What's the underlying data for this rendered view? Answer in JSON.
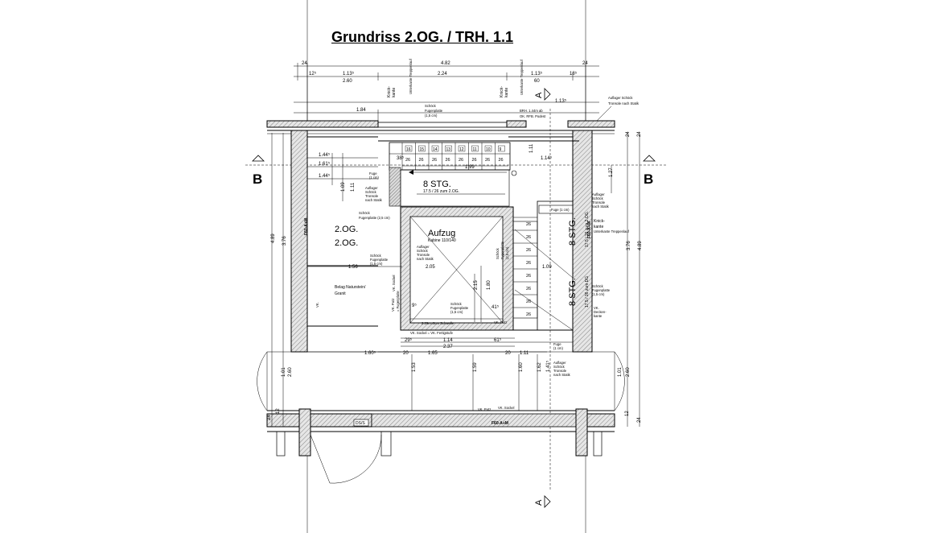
{
  "title": "Grundriss  2.OG.  / TRH. 1.1",
  "section_marks": {
    "b": "B",
    "a": "A"
  },
  "dims_top": {
    "d24a": "24",
    "d482": "4.82",
    "d24b": "24",
    "d12": "12⁵",
    "d113a": "1.13⁵",
    "d260": "2.60",
    "d224": "2.24",
    "d113b": "1.13⁵",
    "d60": "60",
    "d18": "18⁵",
    "d184": "1.84",
    "d113c": "1.13⁵"
  },
  "dims_left": {
    "d144a": "1.44⁵",
    "d161": "1.61⁵",
    "d144b": "1.44⁵",
    "d489": "4.89",
    "d376": "3.76",
    "d101": "1.01",
    "d260": "2.60",
    "d24": "24",
    "d12": "12",
    "d109": "1.09",
    "d111": "1.11"
  },
  "dims_right": {
    "d24a": "24",
    "d24b": "24",
    "d127": "1.27",
    "d489": "4.89",
    "d376": "3.76",
    "d260": "2.60",
    "d101": "1.01",
    "d12": "12",
    "d24c": "24",
    "d111": "1.11",
    "d114": "1.14⁵"
  },
  "dims_inner": {
    "d38": "38⁵",
    "d199": "1.99",
    "d156": "1.56",
    "d205": "2.05",
    "d160": "1.60⁵",
    "d20a": "20",
    "d165": "1.65",
    "d20b": "20",
    "d111": "1.11",
    "d114": "1.14",
    "d237": "2.37",
    "d29": "29⁵",
    "d61": "61⁵",
    "d153": "1.53",
    "d159": "1.59",
    "d160b": "1.60",
    "d162": "1.62",
    "d141": "1.41⁵",
    "d215": "2.15",
    "d180": "1.80",
    "d9": "9⁵",
    "d41": "41⁵",
    "d109b": "1.09"
  },
  "stairs": {
    "upper_label": "8 STG.",
    "upper_sub": "17.5 / 26 zum 2.OG.",
    "right_label1": "8 STG.",
    "right_sub1": "17.5 / 26 zum 2.OG.",
    "right_label2": "8 STG.",
    "right_sub2": "17.5 / 26 zum DG",
    "tread": "26",
    "step_nums": [
      "16",
      "15",
      "14",
      "13",
      "12",
      "11",
      "10",
      "9"
    ]
  },
  "elevator": {
    "label": "Aufzug",
    "sub": "Kabine 110/140"
  },
  "floor_labels": [
    "2.OG.",
    "2.OG."
  ],
  "material": {
    "line1": "Belag Naturstein/",
    "line2": "Granit"
  },
  "fire_labels": {
    "left": "F60-A+M",
    "right": "F60-A+M",
    "bottom": "F60-A+M",
    "ds": "DS/S"
  },
  "notes": {
    "knick1": "Knick-",
    "kante1": "kante",
    "knick2": "Knick-",
    "kante2": "kante",
    "knick_sub": "Unterkante Treppenlauf",
    "knick3": "Knick-",
    "kante3": "kante",
    "auflager_tr": "Auflager Schöck",
    "auflager_tr2": "Tronsole nach Statik",
    "schoeck_top1": "Schöck",
    "schoeck_top2": "Fugenplatte",
    "schoeck_top3": "(1,5 cm)",
    "brh1": "BRH. 1.44m ab",
    "brh2": "OK. RFB. Podest",
    "fuge_a1": "Fuge",
    "fuge_a2": "(1 cm)",
    "auflager_l1": "Auflager",
    "auflager_l2": "Schöck",
    "auflager_l3": "Tronsole",
    "auflager_l4": "nach Statik",
    "schoeck_l1": "Schöck",
    "schoeck_l2": "Fugenplatte (2,5 cm)",
    "schoeck_m1": "Schöck",
    "schoeck_m2": "Fugenplatte",
    "schoeck_m3": "(1,5 cm)",
    "auflager_e1": "Auflager",
    "auflager_e2": "Schöck",
    "auflager_e3": "Tronsole",
    "auflager_e4": "nach Statik",
    "schoeck_e1": "Schöck",
    "schoeck_e2": "Fugenplatte",
    "schoeck_e3": "(2,5 cm)",
    "schoeck_b1": "Schöck",
    "schoeck_b2": "Fugenplatte",
    "schoeck_b3": "(1,5 cm)",
    "auflager_r1": "Auflager",
    "auflager_r2": "Schöck",
    "auflager_r3": "Tronsole",
    "auflager_r4": "nach Statik",
    "fuge_r": "Fuge (1 cm)",
    "schoeck_r1": "Schöck",
    "schoeck_r2": "Fugenplatte",
    "schoeck_r3": "(1,5 cm)",
    "vk_decken1": "VK.",
    "vk_decken2": "Decken-",
    "vk_decken3": "kante",
    "fuge_b1": "Fuge",
    "fuge_b2": "(1 cm)",
    "auflager_b1": "Auflager",
    "auflager_b2": "Schöck",
    "auflager_b3": "Tronsole",
    "auflager_b4": "nach Statik",
    "schwelle": "2.29m=8cm Schwelle",
    "vk_sockel_fertig": "VK. Sockel = VK. Fertigstufe",
    "vk_putz": "VK. Putz",
    "vk_putz_b": "VK. Putz",
    "vk_sockel_b": "VK. Sockel",
    "vk_putz_l1": "VK. Putz",
    "vk_putz_l2": "= Fugenplatte",
    "vk_sockel_l": "VK. Sockel",
    "vk_l": "VK."
  }
}
